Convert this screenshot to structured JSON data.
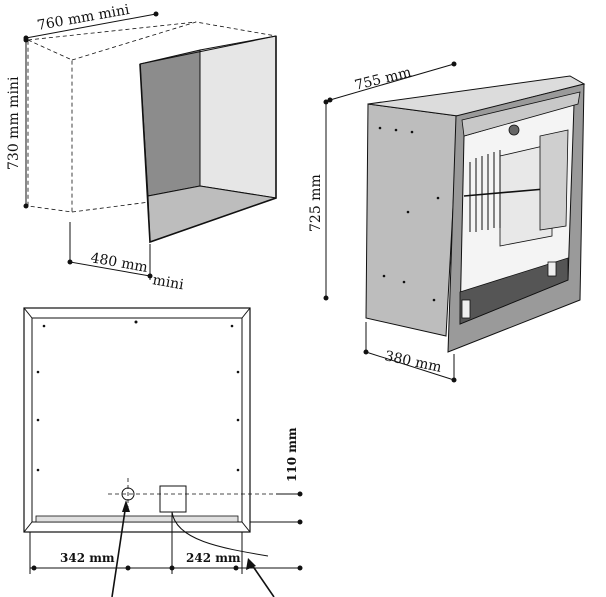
{
  "dimensions": {
    "niche_width": "760  mm  mini",
    "niche_height": "730  mm  mini",
    "niche_depth": "480  mm",
    "niche_depth_suffix": "mini",
    "unit_width": "755  mm",
    "unit_height": "725  mm",
    "unit_depth": "380  mm",
    "front_left": "342  mm",
    "front_right": "242  mm",
    "front_vertical": "110 mm"
  },
  "colors": {
    "line": "#111111",
    "shade_dark": "#8c8c8c",
    "shade_mid": "#bdbdbd",
    "shade_light": "#e6e6e6"
  }
}
